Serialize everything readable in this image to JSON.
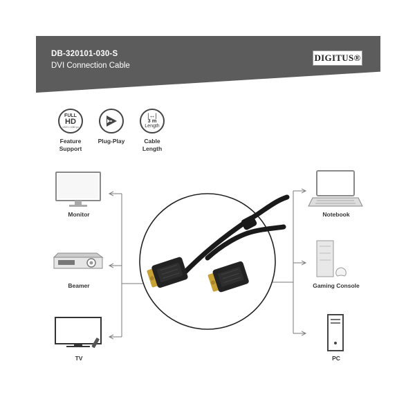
{
  "header": {
    "model": "DB-320101-030-S",
    "subtitle": "DVI Connection Cable",
    "brand": "DIGITUS®",
    "banner_color": "#5c5c5c"
  },
  "features": [
    {
      "icon": "full-hd-icon",
      "badge_line1": "FULL",
      "badge_line2": "HD",
      "badge_line3": "1920 x 1080 px",
      "caption_line1": "Feature",
      "caption_line2": "Support"
    },
    {
      "icon": "plug-play-icon",
      "caption_line1": "Plug-Play"
    },
    {
      "icon": "cable-length-icon",
      "badge_line1": "3 m",
      "badge_line2": "Length",
      "caption_line1": "Cable",
      "caption_line2": "Length"
    }
  ],
  "devices_left": [
    {
      "icon": "monitor-icon",
      "label": "Monitor"
    },
    {
      "icon": "projector-icon",
      "label": "Beamer"
    },
    {
      "icon": "tv-icon",
      "label": "TV"
    }
  ],
  "devices_right": [
    {
      "icon": "laptop-icon",
      "label": "Notebook"
    },
    {
      "icon": "game-console-icon",
      "label": "Gaming Console"
    },
    {
      "icon": "desktop-tower-icon",
      "label": "PC"
    }
  ],
  "colors": {
    "connector_gold": "#c9a236",
    "cable_black": "#1a1a1a",
    "line_gray": "#7a7a7a"
  }
}
